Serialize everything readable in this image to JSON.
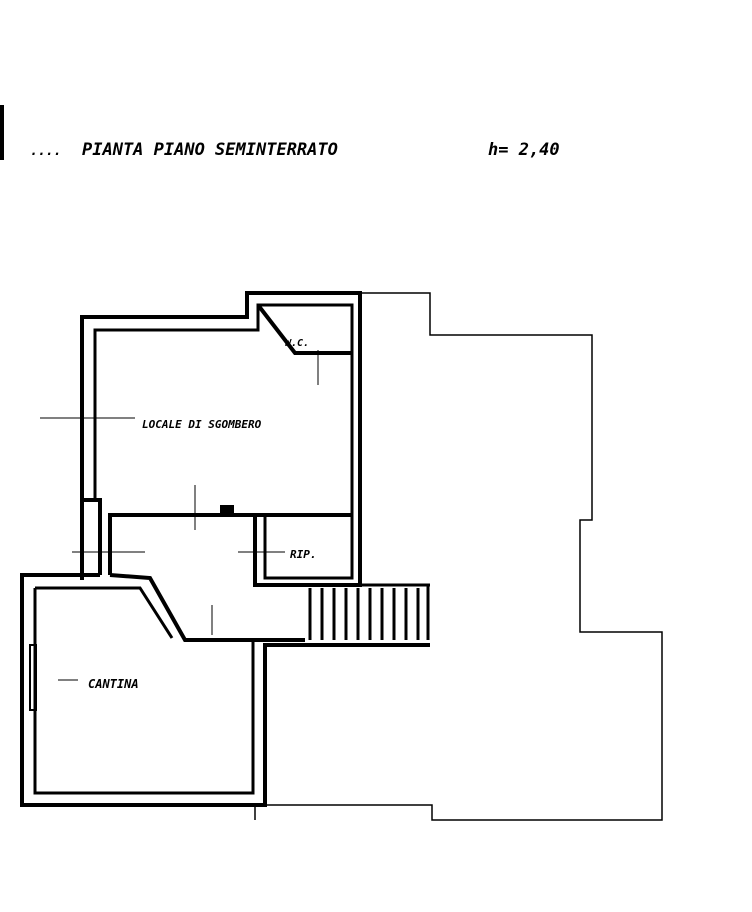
{
  "title": "PIANTA PIANO SEMINTERRATO",
  "height_note": "h= 2,40",
  "rooms": {
    "storage": "LOCALE DI SGOMBERO",
    "wc": "W.C.",
    "closet": "RIP.",
    "cellar": "CANTINA"
  },
  "colors": {
    "ink": "#000000",
    "paper": "#ffffff"
  }
}
